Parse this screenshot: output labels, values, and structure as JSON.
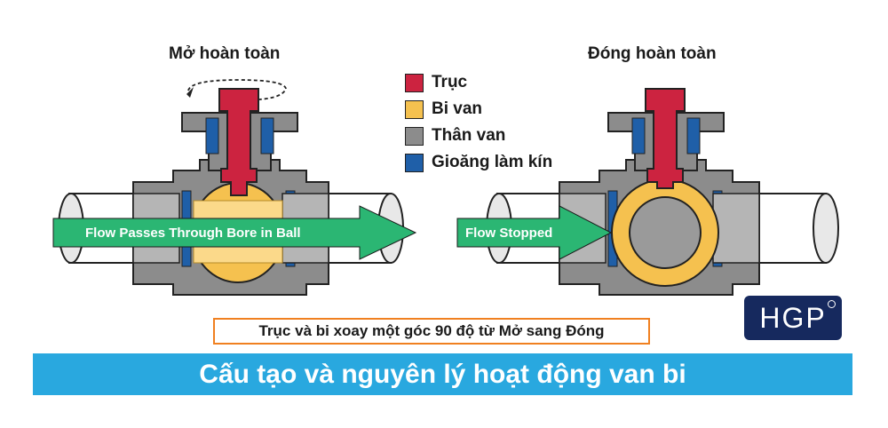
{
  "left_panel": {
    "title": "Mở hoàn toàn",
    "flow_label": "Flow  Passes Through Bore in Ball"
  },
  "right_panel": {
    "title": "Đóng hoàn toàn",
    "flow_label": "Flow  Stopped"
  },
  "legend": [
    {
      "label": "Trục",
      "color": "#cc2340"
    },
    {
      "label": "Bi van",
      "color": "#f5c14f"
    },
    {
      "label": "Thân van",
      "color": "#8c8c8c"
    },
    {
      "label": "Gioăng làm kín",
      "color": "#1f5fa8"
    }
  ],
  "note": "Trục và bi xoay một góc 90 độ từ Mở sang Đóng",
  "banner": "Cấu tạo và nguyên lý hoạt động van bi",
  "logo": {
    "text": "HGP"
  },
  "colors": {
    "flow_arrow": "#2bb673",
    "banner_bg": "#29a8df",
    "note_border": "#f08020",
    "logo_bg": "#16295e"
  }
}
